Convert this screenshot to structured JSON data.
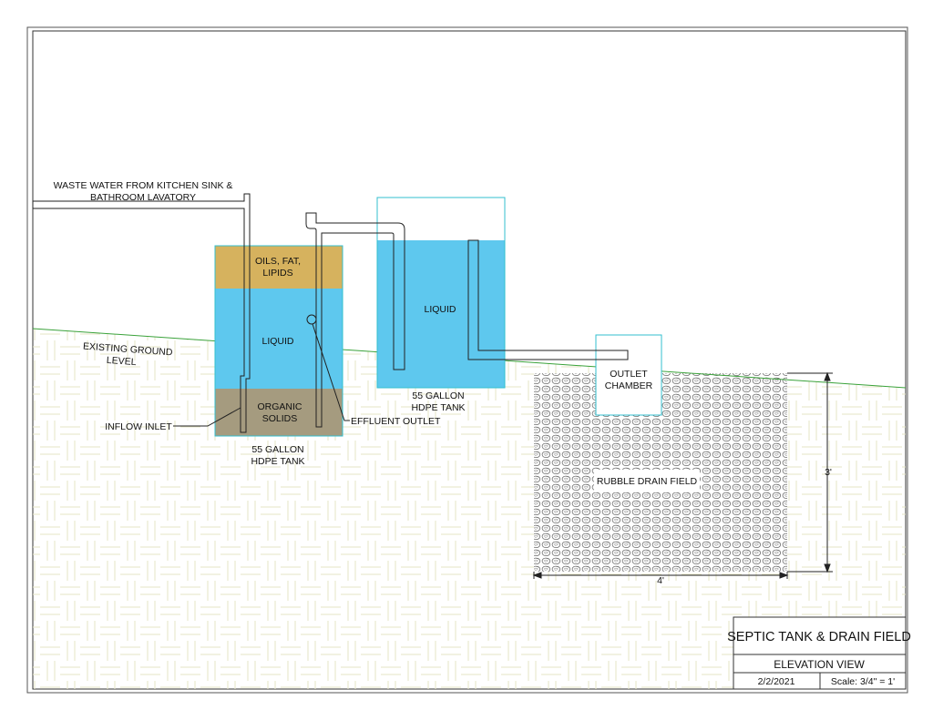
{
  "colors": {
    "soil_line": "#e6e6c6",
    "ground_line": "#3aa23a",
    "liquid": "#5ec8ee",
    "oils": "#d6b25e",
    "solids": "#a59b7f",
    "tank_outline": "#33bfcf",
    "drawing_line": "#222222"
  },
  "labels": {
    "waste_water_1": "WASTE WATER FROM KITCHEN SINK &",
    "waste_water_2": "BATHROOM LAVATORY",
    "existing_ground_1": "EXISTING GROUND",
    "existing_ground_2": "LEVEL",
    "oils_1": "OILS, FAT,",
    "oils_2": "LIPIDS",
    "liquid_tank1": "LIQUID",
    "organic_1": "ORGANIC",
    "organic_2": "SOLIDS",
    "inflow_inlet": "INFLOW INLET",
    "effluent_outlet": "EFFLUENT OUTLET",
    "tank1_caption_1": "55 GALLON",
    "tank1_caption_2": "HDPE TANK",
    "liquid_tank2": "LIQUID",
    "tank2_caption_1": "55 GALLON",
    "tank2_caption_2": "HDPE TANK",
    "outlet_chamber_1": "OUTLET",
    "outlet_chamber_2": "CHAMBER",
    "rubble_drain_field": "RUBBLE DRAIN FIELD",
    "dim_height": "3'",
    "dim_width": "4'"
  },
  "title_block": {
    "title": "SEPTIC TANK & DRAIN FIELD",
    "view": "ELEVATION VIEW",
    "date": "2/2/2021",
    "scale": "Scale: 3/4\" = 1'"
  }
}
